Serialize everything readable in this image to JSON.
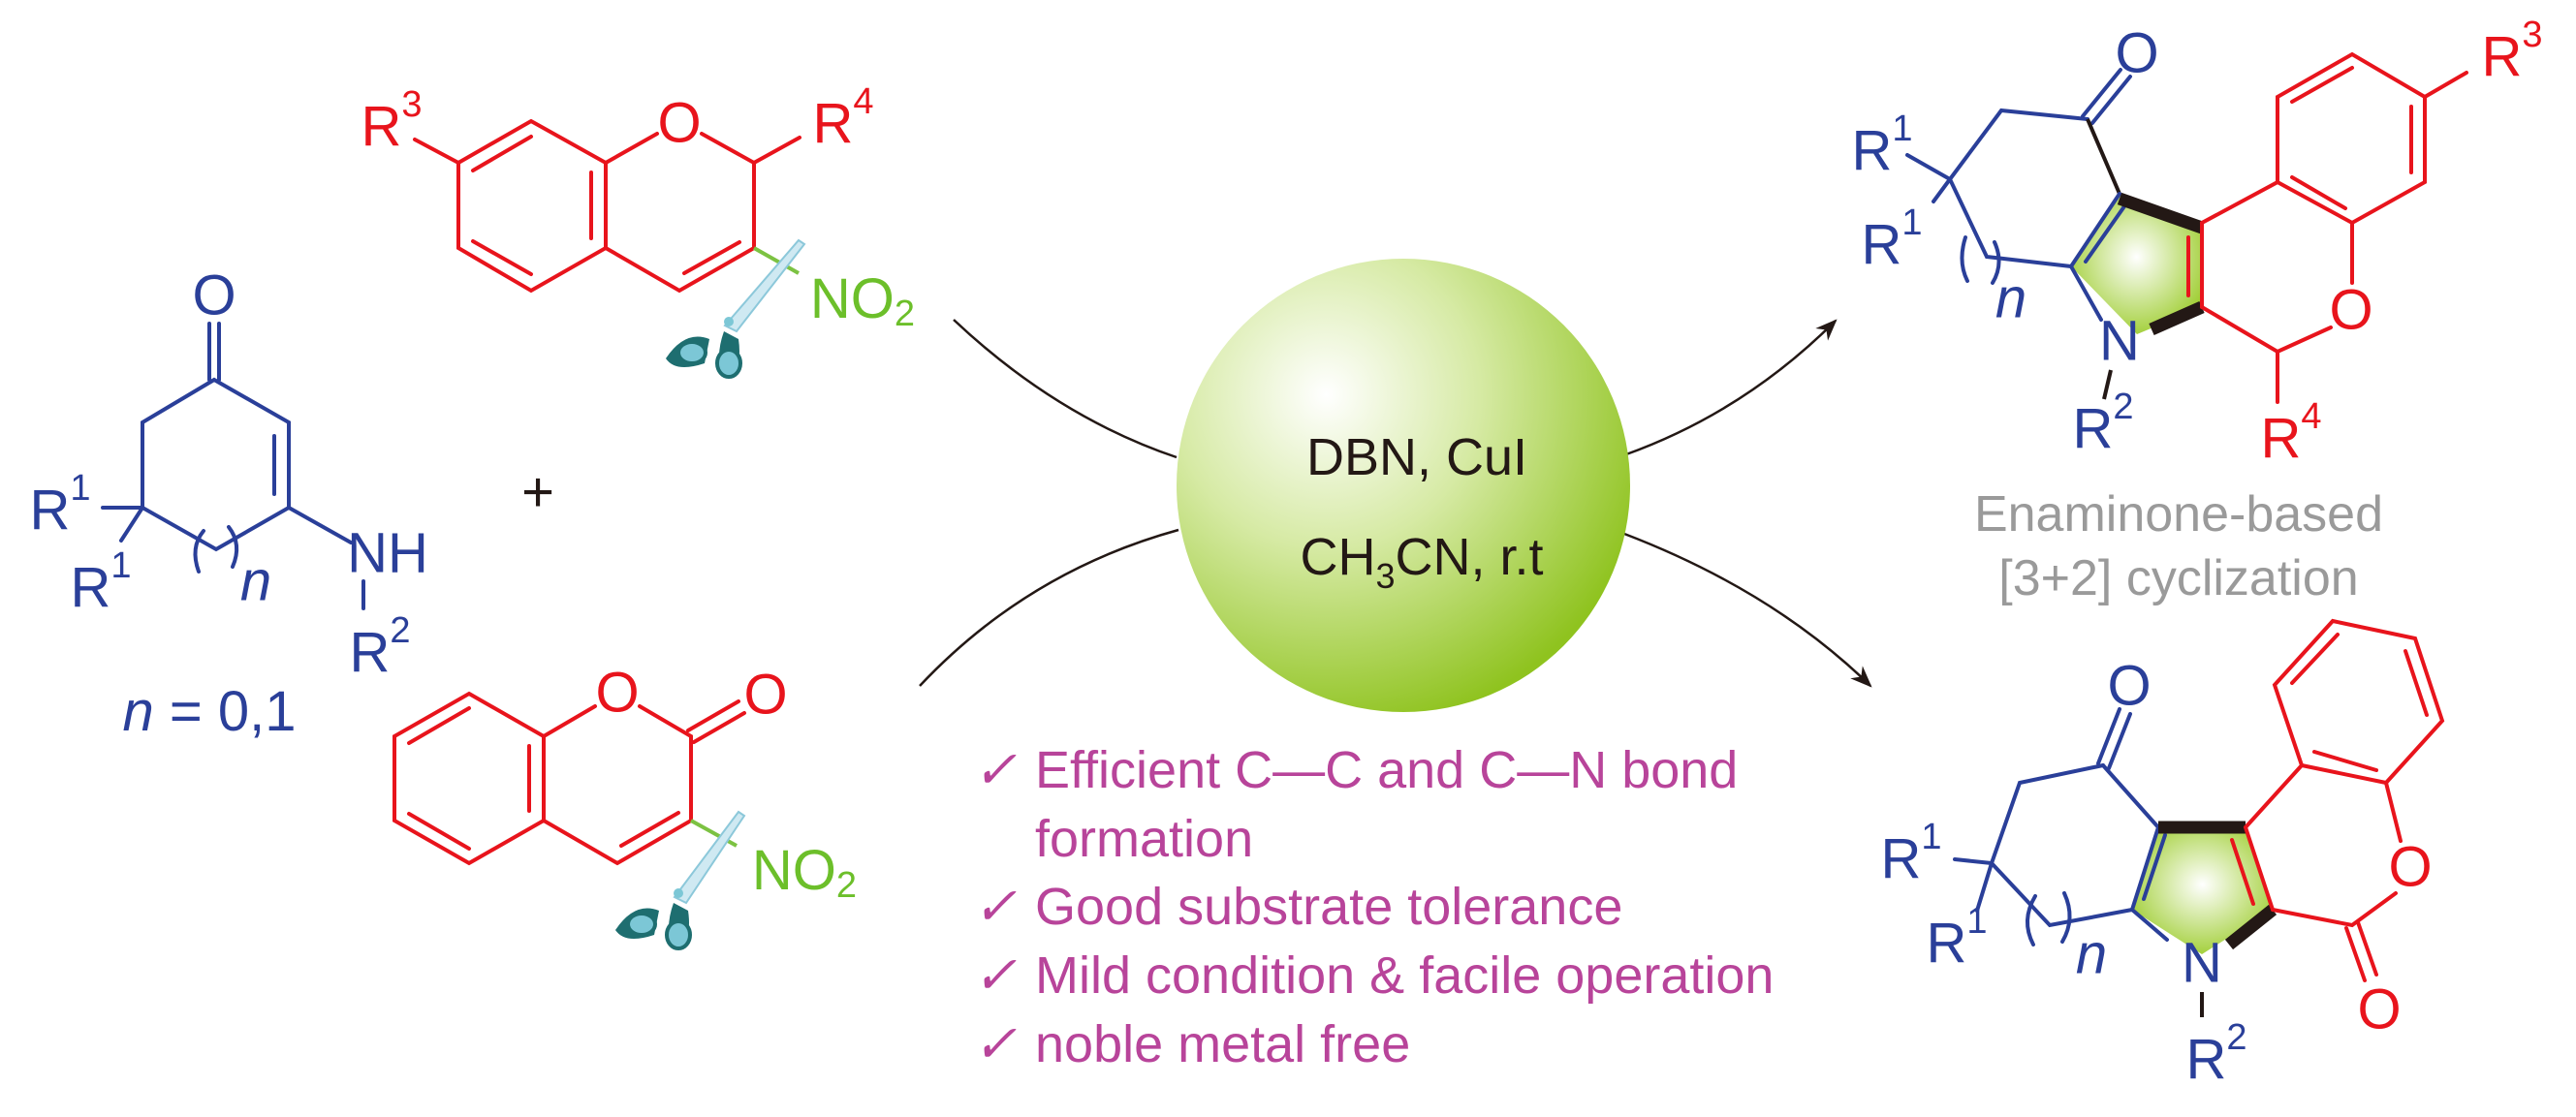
{
  "colors": {
    "substrate_blue": "#2a3f99",
    "substrate_red": "#e8141c",
    "nitro_green": "#6cbf2a",
    "highlight_green": "#8fc31f",
    "bullet_magenta": "#b8449a",
    "caption_gray": "#9a9a9a"
  },
  "enaminone": {
    "O": "O",
    "R": "R",
    "one": "1",
    "NH": "NH",
    "two": "2",
    "n": "n",
    "n_def_var": "n",
    "n_def_val": " = 0,1"
  },
  "plus": "+",
  "chromene": {
    "R": "R",
    "three": "3",
    "four": "4",
    "O": "O",
    "NO": "NO",
    "sub2": "2"
  },
  "coumarin": {
    "O": "O",
    "NO": "NO",
    "sub2": "2"
  },
  "conditions": {
    "line1": "DBN, CuI",
    "line2_a": "CH",
    "line2_sub": "3",
    "line2_b": "CN, r.t"
  },
  "features": [
    {
      "check": "✓",
      "text": "Efficient C—C and C—N bond"
    },
    {
      "check": "",
      "text": "formation"
    },
    {
      "check": "✓",
      "text": "Good substrate tolerance"
    },
    {
      "check": "✓",
      "text": "Mild condition & facile operation"
    },
    {
      "check": "✓",
      "text": "noble metal free"
    }
  ],
  "product1": {
    "O": "O",
    "R": "R",
    "one": "1",
    "two": "2",
    "three": "3",
    "four": "4",
    "N": "N",
    "n": "n"
  },
  "product2": {
    "O": "O",
    "R": "R",
    "one": "1",
    "two": "2",
    "N": "N",
    "n": "n"
  },
  "caption": {
    "line1": "Enaminone-based",
    "line2": "[3+2] cyclization"
  },
  "icons": {
    "cleavage": "scissors-icon"
  }
}
